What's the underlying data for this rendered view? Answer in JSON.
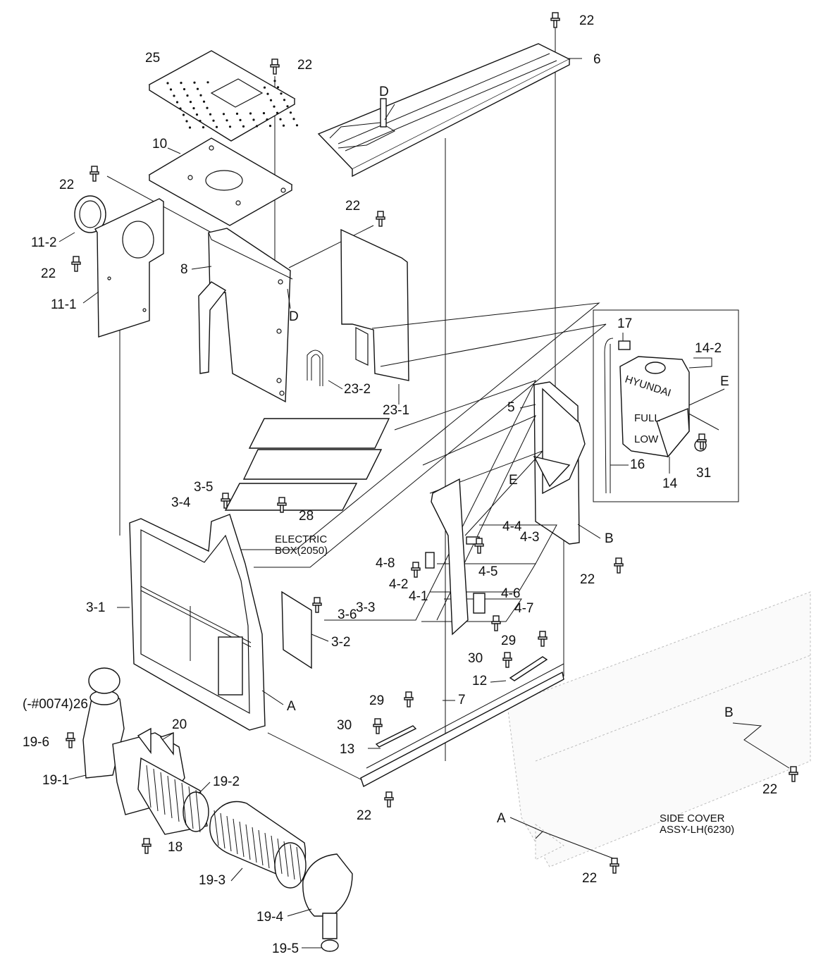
{
  "labels": {
    "l22a": "22",
    "l6": "6",
    "l25": "25",
    "l22b": "22",
    "lD1": "D",
    "l10": "10",
    "l22c": "22",
    "l22d": "22",
    "l11_2": "11-2",
    "l22e": "22",
    "l8": "8",
    "l11_1": "11-1",
    "lD2": "D",
    "l17": "17",
    "l14_2": "14-2",
    "lE1": "E",
    "l23_2": "23-2",
    "l23_1": "23-1",
    "l5": "5",
    "l16": "16",
    "l31": "31",
    "l14": "14",
    "lE2": "E",
    "l3_5": "3-5",
    "l3_4": "3-4",
    "l28": "28",
    "l4_4": "4-4",
    "l4_3": "4-3",
    "lB1": "B",
    "l4_8": "4-8",
    "l4_5": "4-5",
    "l4_2": "4-2",
    "l22f": "22",
    "l3_1": "3-1",
    "l4_1": "4-1",
    "l3_3": "3-3",
    "l4_6": "4-6",
    "l3_6": "3-6",
    "l4_7": "4-7",
    "l3_2": "3-2",
    "l29a": "29",
    "l30a": "30",
    "l12": "12",
    "lA1": "A",
    "l26": "(-#0074)26",
    "l29b": "29",
    "l7": "7",
    "l20": "20",
    "lB2": "B",
    "l30b": "30",
    "l19_6": "19-6",
    "l13": "13",
    "l19_1": "19-1",
    "l19_2": "19-2",
    "l22g": "22",
    "l22h": "22",
    "lA2": "A",
    "l18": "18",
    "l19_3": "19-3",
    "l22i": "22",
    "l19_4": "19-4",
    "l19_5": "19-5"
  },
  "notes": {
    "electric_1": "ELECTRIC",
    "electric_2": "BOX(2050)",
    "side_1": "SIDE COVER",
    "side_2": "ASSY-LH(6230)",
    "tank_brand": "HYUNDAI",
    "tank_full": "FULL",
    "tank_low": "LOW"
  }
}
